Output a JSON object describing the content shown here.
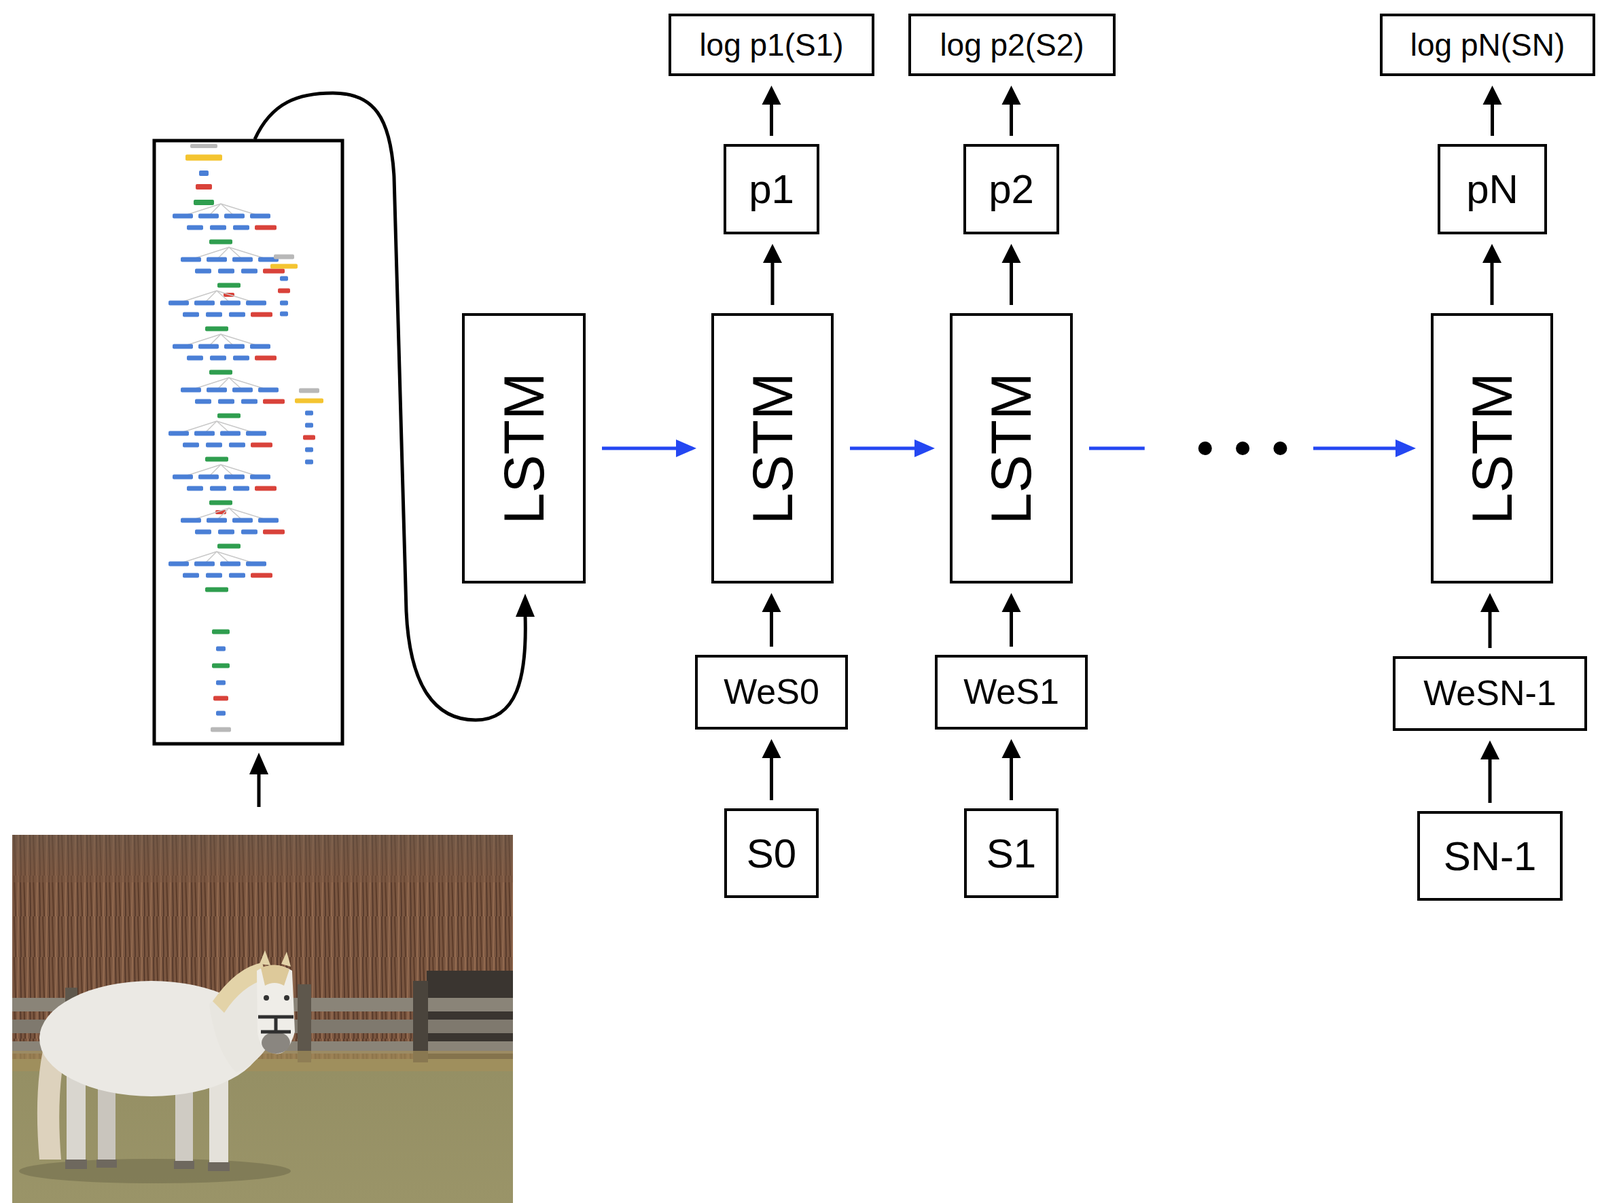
{
  "diagram": {
    "nodes": [
      {
        "text": [
          "log p1(S1)"
        ]
      },
      {
        "text": [
          "log p2(S2)"
        ]
      },
      {
        "text": [
          "log pN(SN)"
        ]
      },
      {
        "text": [
          "p1"
        ]
      },
      {
        "text": [
          "p2"
        ]
      },
      {
        "text": [
          "pN"
        ]
      },
      {
        "text": [
          "LSTM"
        ]
      },
      {
        "text": [
          "LSTM"
        ]
      },
      {
        "text": [
          "LSTM"
        ]
      },
      {
        "text": [
          "LSTM"
        ]
      },
      {
        "text": [
          "WeS0"
        ]
      },
      {
        "text": [
          "WeS1"
        ]
      },
      {
        "text": [
          "WeSN-1"
        ]
      },
      {
        "text": [
          "S0"
        ]
      },
      {
        "text": [
          "S1"
        ]
      },
      {
        "text": [
          "SN-1"
        ]
      }
    ],
    "edges": [
      {
        "from": 3,
        "to": 0,
        "arrow": "to"
      },
      {
        "from": 4,
        "to": 1,
        "arrow": "to"
      },
      {
        "from": 5,
        "to": 2,
        "arrow": "to"
      },
      {
        "from": 7,
        "to": 3,
        "arrow": "to"
      },
      {
        "from": 8,
        "to": 4,
        "arrow": "to"
      },
      {
        "from": 9,
        "to": 5,
        "arrow": "to"
      },
      {
        "from": 6,
        "to": 7,
        "arrow": "to"
      },
      {
        "from": 7,
        "to": 8,
        "arrow": "to"
      },
      {
        "from": 8,
        "to": 9,
        "arrow": "to"
      },
      {
        "from": 10,
        "to": 7,
        "arrow": "to"
      },
      {
        "from": 11,
        "to": 8,
        "arrow": "to"
      },
      {
        "from": 12,
        "to": 9,
        "arrow": "to"
      },
      {
        "from": 13,
        "to": 10,
        "arrow": "to"
      },
      {
        "from": 14,
        "to": 11,
        "arrow": "to"
      },
      {
        "from": 15,
        "to": 12,
        "arrow": "to"
      }
    ]
  }
}
